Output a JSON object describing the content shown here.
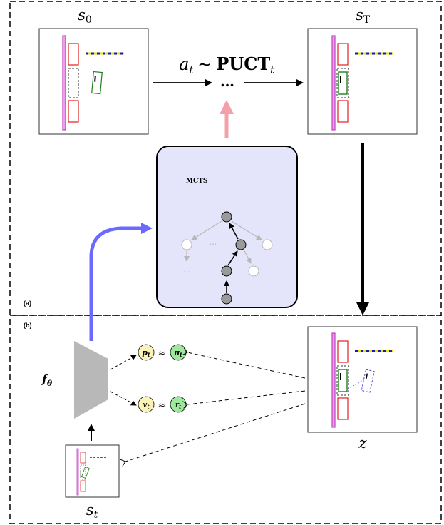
{
  "panels": {
    "a": {
      "label": "(a)"
    },
    "b": {
      "label": "(b)"
    }
  },
  "states": {
    "s0": {
      "label_base": "s",
      "label_sub": "0"
    },
    "sT": {
      "label_base": "s",
      "label_sub": "T"
    },
    "z": {
      "label": "z"
    },
    "st": {
      "label_base": "s",
      "label_sub": "t"
    }
  },
  "action": {
    "label_var": "a",
    "label_sub": "t",
    "relation": "∼",
    "policy": "PUCT",
    "policy_sub": "t",
    "ellipsis": "…"
  },
  "mcts": {
    "title": "MCTS",
    "ellipsis_top": "···",
    "ellipsis_bottom": "···"
  },
  "network": {
    "label_base": "f",
    "label_sub": "θ"
  },
  "outputs": {
    "policy": {
      "pred": "p",
      "pred_sub": "t",
      "approx": "≈",
      "target": "π",
      "target_sub": "t"
    },
    "value": {
      "pred": "v",
      "pred_sub": "t",
      "approx": "≈",
      "target": "r",
      "target_sub": "t"
    }
  },
  "colors": {
    "border_dashed": "#000000",
    "wall": "#c040c0",
    "wall_fill": "#e8a0e8",
    "red_block": "#e02020",
    "yellow": "#f0e000",
    "navy": "#1020a0",
    "green_piece": "#208020",
    "mcts_fill": "#e4e4fa",
    "blue_arrow": "#6a6aff",
    "pink_arrow": "#f4a0a8",
    "pred_circle": "#fbf2b8",
    "target_circle": "#9ee89e",
    "node_dark": "#9a9a9a",
    "node_light": "#ffffff",
    "edge_light": "#b8b8b8",
    "network": "#b8b8b8"
  }
}
